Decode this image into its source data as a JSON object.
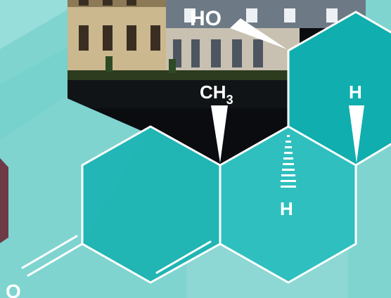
{
  "labels": {
    "hydroxyl": "HO",
    "methyl_main": "CH",
    "methyl_sub": "3",
    "hydrogen_right": "H",
    "hydrogen_center": "H",
    "oxygen": "O"
  },
  "colors": {
    "background": "#7fd4d0",
    "band_light": "#a6e3e0",
    "ring_teal": "#2fbfbf",
    "ring_teal_dark": "#10aeae",
    "ring_teal_mid": "#22b7b6",
    "bond_white": "#ffffff",
    "maroon_accent": "#6e3a45",
    "photo_dark": "#0a0c0f",
    "building_stone": "#cbb88f",
    "building_slate": "#6d7a86"
  }
}
